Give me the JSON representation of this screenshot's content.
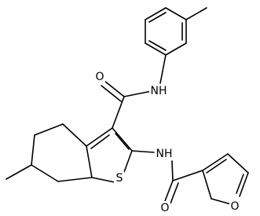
{
  "molecule": {
    "atoms": {
      "carbonyl_oxygen_top": "O",
      "amide_nh_top": "NH",
      "amide_nh_bottom": "NH",
      "thiophene_sulfur": "S",
      "carbonyl_oxygen_bottom": "O",
      "furan_oxygen": "O"
    },
    "colors": {
      "bond": "#000000",
      "label": "#000000",
      "background": "#ffffff"
    }
  }
}
